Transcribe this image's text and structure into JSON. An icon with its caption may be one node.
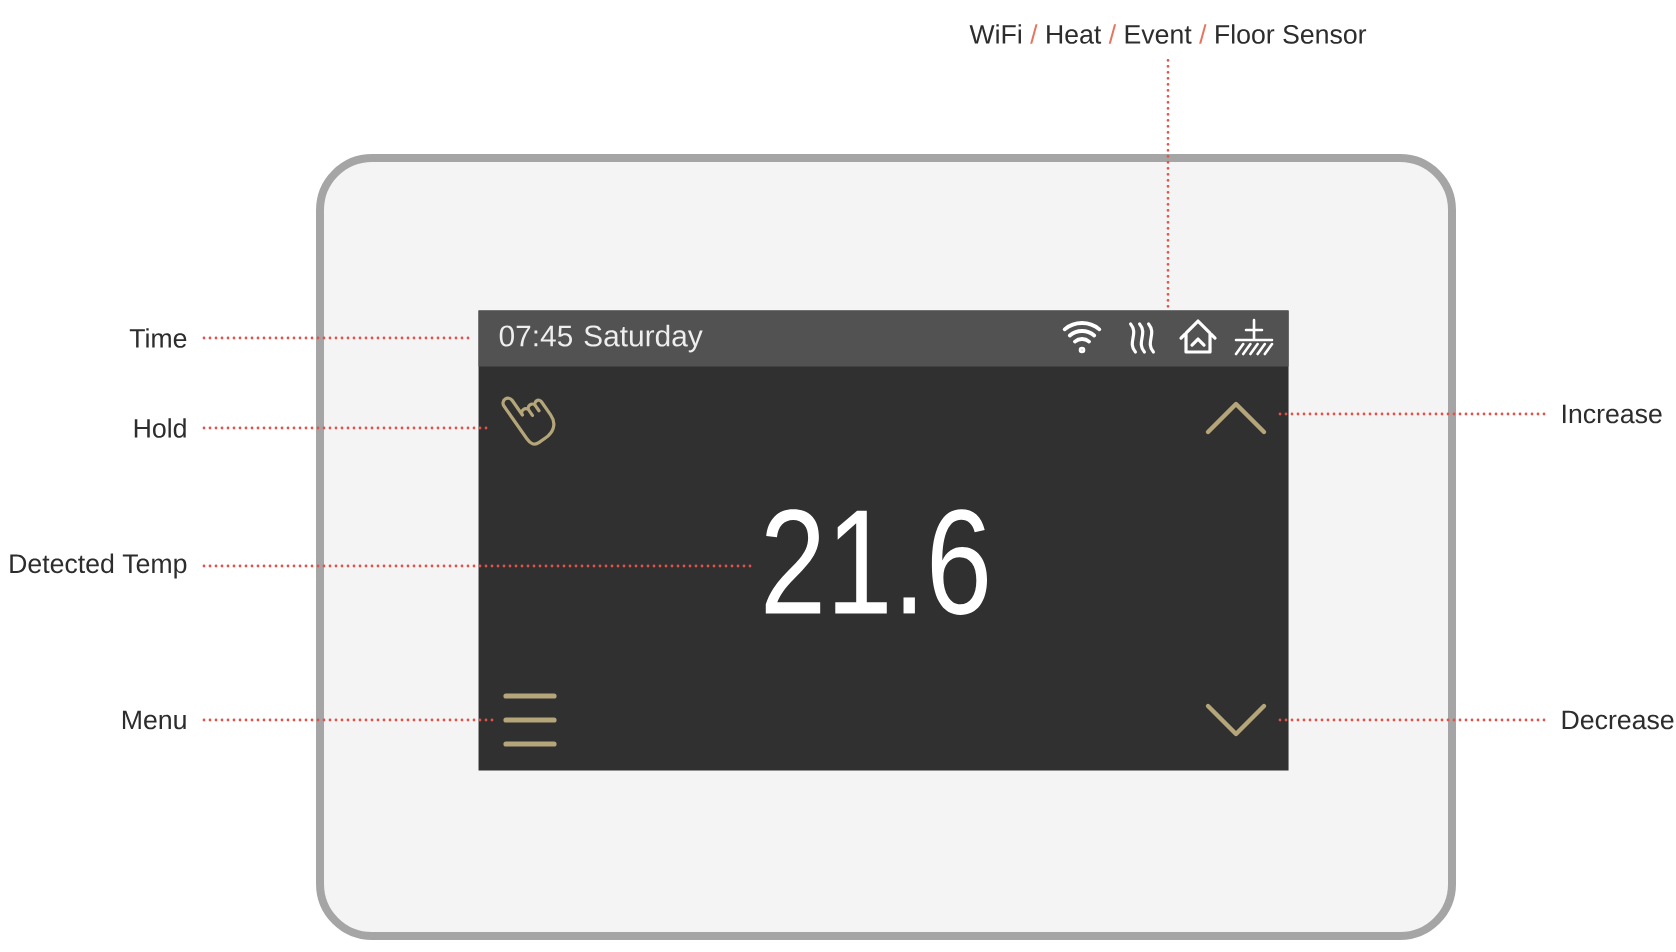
{
  "diagram": {
    "nodes": [
      {
        "text": [
          "WiFi / Heat / Event / Floor Sensor"
        ]
      },
      {
        "text": [],
        "shape": "box"
      },
      {
        "text": [],
        "shape": "box",
        "in": 1
      },
      {
        "text": [
          "07:45 Saturday"
        ],
        "in": 2
      },
      {
        "text": [],
        "shape": "picture",
        "in": 3
      },
      {
        "text": [],
        "shape": "picture",
        "in": 2
      },
      {
        "text": [],
        "shape": "picture",
        "in": 2
      },
      {
        "text": [
          "21.6"
        ],
        "in": 2
      },
      {
        "text": [],
        "shape": "picture",
        "in": 2
      },
      {
        "text": [],
        "shape": "picture",
        "in": 2
      },
      {
        "text": [
          "Time"
        ]
      },
      {
        "text": [
          "Hold"
        ]
      },
      {
        "text": [
          "Detected Temp"
        ]
      },
      {
        "text": [
          "Menu"
        ]
      },
      {
        "text": [
          "Increase"
        ]
      },
      {
        "text": [
          "Decrease"
        ]
      }
    ],
    "edges": [
      {
        "from": 0,
        "to": 4,
        "arrow": "none"
      },
      {
        "from": 10,
        "to": 3,
        "arrow": "none"
      },
      {
        "from": 11,
        "to": 5,
        "arrow": "none"
      },
      {
        "from": 12,
        "to": 7,
        "arrow": "none"
      },
      {
        "from": 13,
        "to": 8,
        "arrow": "none"
      },
      {
        "from": 14,
        "to": 6,
        "arrow": "none"
      },
      {
        "from": 15,
        "to": 9,
        "arrow": "none"
      }
    ]
  }
}
